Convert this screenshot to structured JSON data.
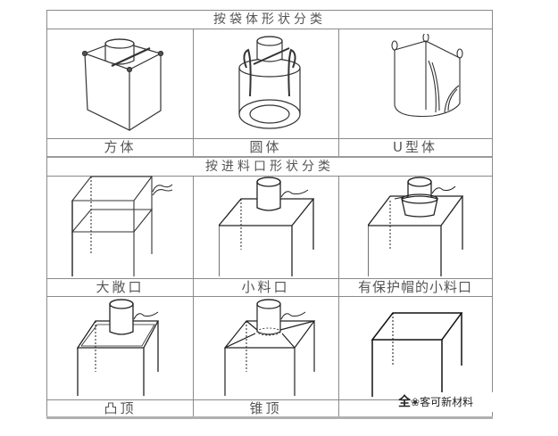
{
  "section1": {
    "title": "按袋体形状分类",
    "items": [
      {
        "label": "方体",
        "figure": "cube-bag-with-spout"
      },
      {
        "label": "圆体",
        "figure": "round-bag-with-loops"
      },
      {
        "label": "U型体",
        "figure": "u-panel-bag"
      }
    ]
  },
  "section2": {
    "title": "按进料口形状分类",
    "rows": [
      [
        {
          "label": "大敞口",
          "figure": "open-top-bag"
        },
        {
          "label": "小料口",
          "figure": "small-inlet-bag"
        },
        {
          "label": "有保护帽的小料口",
          "figure": "small-inlet-with-cap-bag"
        }
      ],
      [
        {
          "label": "凸顶",
          "figure": "raised-top-bag"
        },
        {
          "label": "锥顶",
          "figure": "cone-top-bag"
        },
        {
          "label": "",
          "figure": "full-open-bag"
        }
      ]
    ]
  },
  "watermark": {
    "text_bold": "全",
    "text": "客可新材料"
  },
  "colors": {
    "grid": "#8a8a8a",
    "label": "#555555",
    "line": "#222222"
  }
}
